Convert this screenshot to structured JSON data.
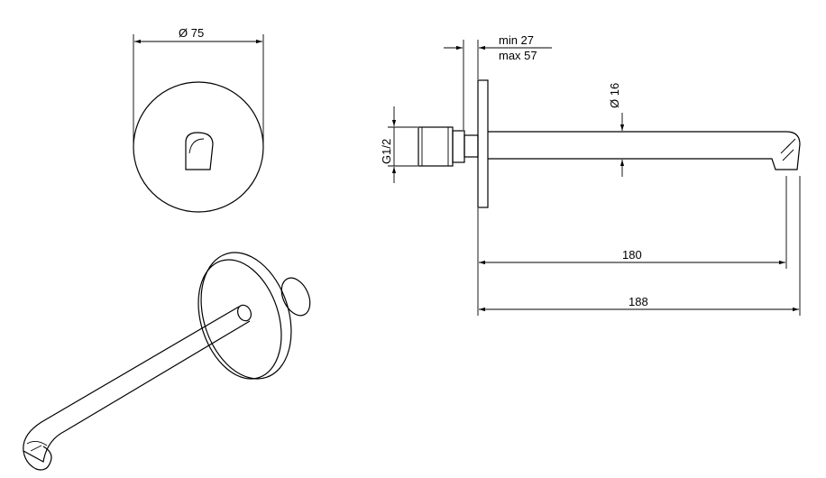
{
  "labels": {
    "diameter_flange": "Ø 75",
    "offset_min": "min 27",
    "offset_max": "max 57",
    "diameter_spout": "Ø 16",
    "thread": "G1/2",
    "length_inner": "180",
    "length_total": "188"
  }
}
